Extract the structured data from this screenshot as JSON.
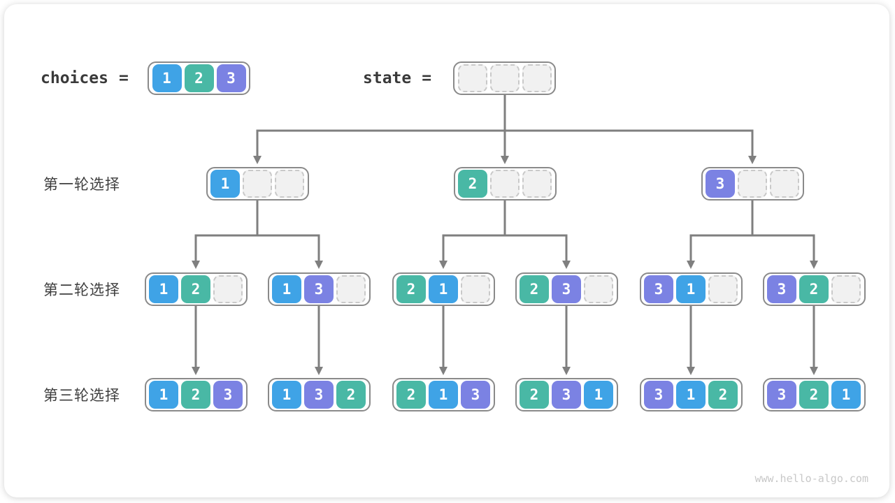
{
  "header": {
    "choices_label": "choices",
    "state_label": "state",
    "equals": "=",
    "choices_values": [
      1,
      2,
      3
    ],
    "state_values": [
      null,
      null,
      null
    ]
  },
  "rows": [
    {
      "label": "第一轮选择",
      "nodes": [
        [
          1,
          null,
          null
        ],
        [
          2,
          null,
          null
        ],
        [
          3,
          null,
          null
        ]
      ]
    },
    {
      "label": "第二轮选择",
      "nodes": [
        [
          1,
          2,
          null
        ],
        [
          1,
          3,
          null
        ],
        [
          2,
          1,
          null
        ],
        [
          2,
          3,
          null
        ],
        [
          3,
          1,
          null
        ],
        [
          3,
          2,
          null
        ]
      ]
    },
    {
      "label": "第三轮选择",
      "nodes": [
        [
          1,
          2,
          3
        ],
        [
          1,
          3,
          2
        ],
        [
          2,
          1,
          3
        ],
        [
          2,
          3,
          1
        ],
        [
          3,
          1,
          2
        ],
        [
          3,
          2,
          1
        ]
      ]
    }
  ],
  "colors": {
    "1": "#3fa3e6",
    "2": "#49b8a5",
    "3": "#7b82e3",
    "empty_fill": "#f1f1f1",
    "empty_border": "#c9c9c9",
    "box_border": "#8a8a8a",
    "arrow": "#7f7f7f",
    "text_dark": "#3a3a3a"
  },
  "footer": {
    "watermark": "www.hello-algo.com"
  }
}
